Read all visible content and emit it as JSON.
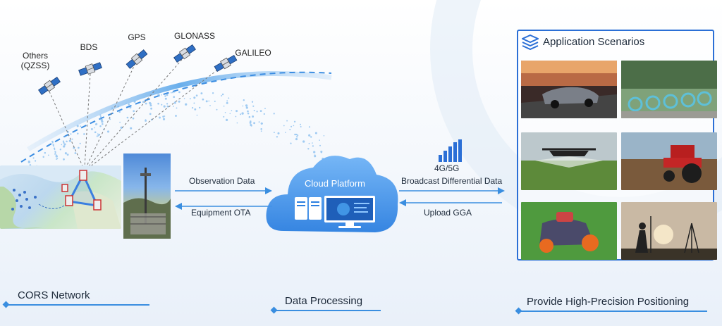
{
  "satellites": [
    {
      "label": "Others\n(QZSS)"
    },
    {
      "label": "BDS"
    },
    {
      "label": "GPS"
    },
    {
      "label": "GLONASS"
    },
    {
      "label": "GALILEO"
    }
  ],
  "flows": {
    "observation": "Observation Data",
    "ota": "Equipment OTA",
    "network": "4G/5G",
    "broadcast": "Broadcast Differential Data",
    "upload": "Upload GGA"
  },
  "cloud": {
    "title": "Cloud Platform"
  },
  "panel": {
    "title": "Application Scenarios",
    "scenarios": [
      {
        "name": "car-photo"
      },
      {
        "name": "bikes-photo"
      },
      {
        "name": "drone-photo"
      },
      {
        "name": "tractor-photo"
      },
      {
        "name": "mower-photo"
      },
      {
        "name": "survey-photo"
      }
    ]
  },
  "stages": {
    "cors": "CORS Network",
    "processing": "Data Processing",
    "positioning": "Provide High-Precision Positioning"
  },
  "colors": {
    "accent": "#2b6fd6",
    "line": "#3a8ee0",
    "cloud": "#3d8fe6"
  }
}
